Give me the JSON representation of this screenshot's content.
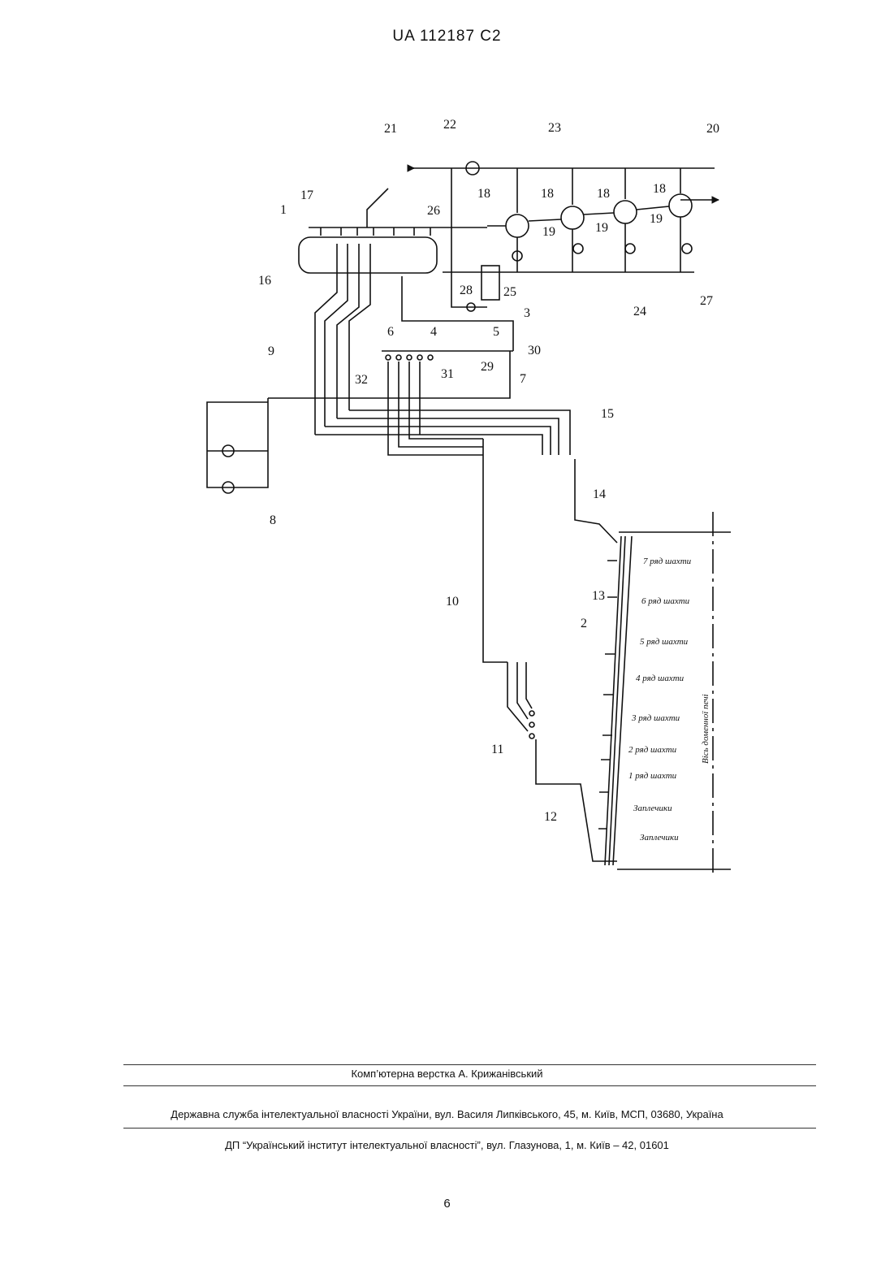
{
  "header": {
    "title": "UA   112187   C2"
  },
  "labels": {
    "l1": "1",
    "l2": "2",
    "l3": "3",
    "l4": "4",
    "l5": "5",
    "l6": "6",
    "l7": "7",
    "l8": "8",
    "l9": "9",
    "l10": "10",
    "l11": "11",
    "l12": "12",
    "l13": "13",
    "l14": "14",
    "l15": "15",
    "l16": "16",
    "l17": "17",
    "l18": "18",
    "l19": "19",
    "l20": "20",
    "l21": "21",
    "l22": "22",
    "l23": "23",
    "l24": "24",
    "l25": "25",
    "l26": "26",
    "l27": "27",
    "l28": "28",
    "l29": "29",
    "l30": "30",
    "l31": "31",
    "l32": "32"
  },
  "furnace": {
    "rows": [
      "7 ряд шахти",
      "6 ряд шахти",
      "5 ряд шахти",
      "4 ряд шахти",
      "3 ряд шахти",
      "2 ряд шахти",
      "1 ряд шахти",
      "Заплечики",
      "Заплечики"
    ],
    "axis_label": "Вісь доменної печі"
  },
  "footer": {
    "layout": "Комп’ютерна верстка А. Крижанівський",
    "office": "Державна служба інтелектуальної власності України, вул. Василя Липківського, 45, м. Київ, МСП, 03680, Україна",
    "institute": "ДП “Український інститут інтелектуальної власності”, вул. Глазунова, 1, м. Київ – 42, 01601"
  },
  "page": {
    "number": "6"
  }
}
